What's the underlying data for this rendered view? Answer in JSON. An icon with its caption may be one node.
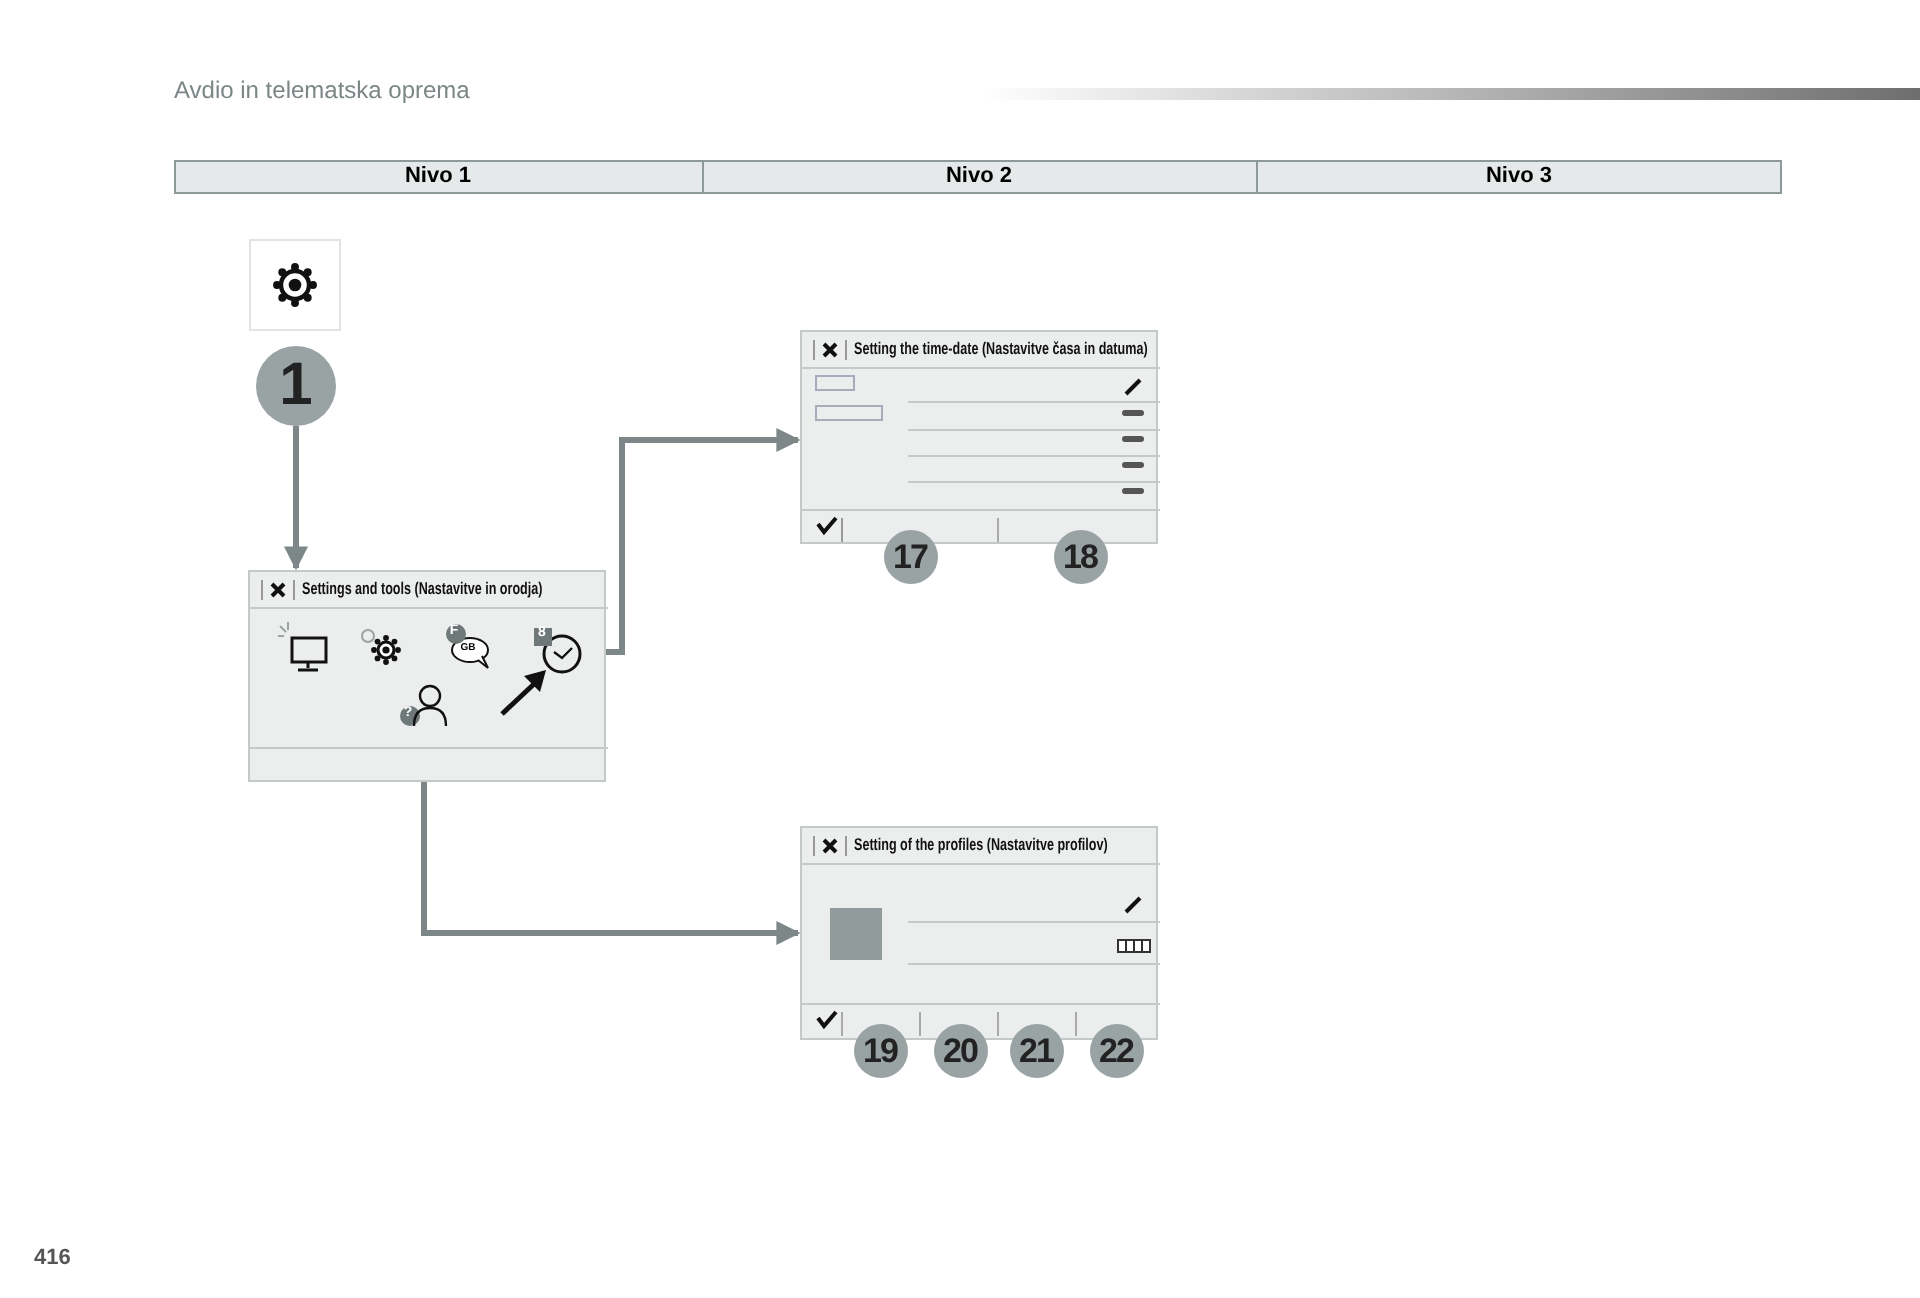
{
  "diagram": {
    "nodes": [
      {
        "text": [
          "1"
        ]
      },
      {
        "text": [
          "Settings and tools (Nastavitve in orodja)"
        ]
      },
      {
        "text": [],
        "shape": "clock",
        "in": 1
      },
      {
        "text": [],
        "shape": "person",
        "in": 1
      },
      {
        "text": [
          "Setting the time-date (Nastavitve časa in datuma)"
        ]
      },
      {
        "text": [
          "Setting of the profiles (Nastavitve profilov)"
        ]
      }
    ],
    "edges": [
      {
        "from": 0,
        "to": 1,
        "arrow": "to"
      },
      {
        "from": 2,
        "to": 4,
        "arrow": "to"
      },
      {
        "from": 3,
        "to": 5,
        "arrow": "to"
      }
    ],
    "labels": [
      "Avdio in telematska oprema",
      "Nivo 1",
      "Nivo 2",
      "Nivo 3",
      "F",
      "GB",
      "8",
      "?",
      "17",
      "18",
      "19",
      "20",
      "21",
      "22",
      "416"
    ]
  }
}
